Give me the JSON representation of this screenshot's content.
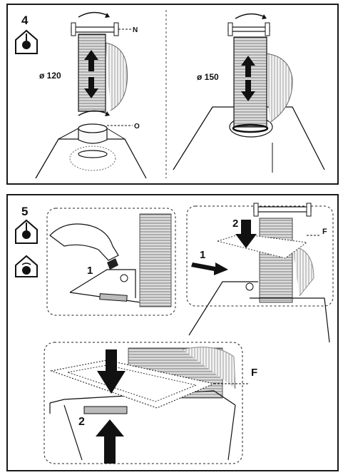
{
  "step4": {
    "number": "4",
    "left_diameter": "ø 120",
    "right_diameter": "ø 150",
    "label_n": "N",
    "label_o": "O",
    "icon": "house-duct-icon"
  },
  "step5": {
    "number": "5",
    "inset_left_callout": "1",
    "inset_right_callout_1": "1",
    "inset_right_callout_2": "2",
    "inset_right_label_f": "F",
    "bottom_callout_2": "2",
    "bottom_label_f": "F",
    "icons": [
      "house-duct-up-icon",
      "house-recirculation-icon"
    ]
  },
  "colors": {
    "line": "#1a1a1a",
    "arrow": "#1a1a1a",
    "duct_fill": "#f2f2f2",
    "filter_fill": "#ffffff"
  }
}
